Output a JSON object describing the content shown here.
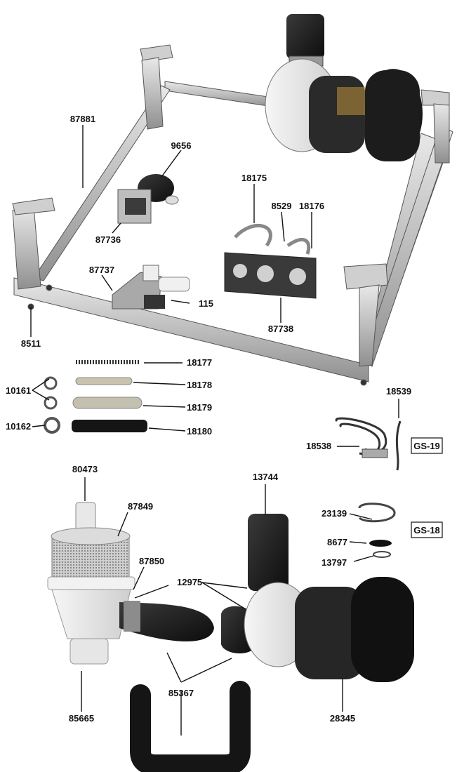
{
  "diagram": {
    "part_labels": {
      "p87881": "87881",
      "p9656": "9656",
      "p18175": "18175",
      "p8529": "8529",
      "p18176": "18176",
      "p87736": "87736",
      "p87737": "87737",
      "p115": "115",
      "p87738": "87738",
      "p8511": "8511",
      "p18177": "18177",
      "p18178": "18178",
      "p18179": "18179",
      "p18180": "18180",
      "p10161": "10161",
      "p10162": "10162",
      "p18539": "18539",
      "p18538": "18538",
      "p80473": "80473",
      "p87849": "87849",
      "p87850": "87850",
      "p13744": "13744",
      "p23139": "23139",
      "p8677": "8677",
      "p13797": "13797",
      "p12975": "12975",
      "p85367": "85367",
      "p85665": "85665",
      "p28345": "28345"
    },
    "group_labels": {
      "gs19": "GS-19",
      "gs18": "GS-18"
    }
  }
}
